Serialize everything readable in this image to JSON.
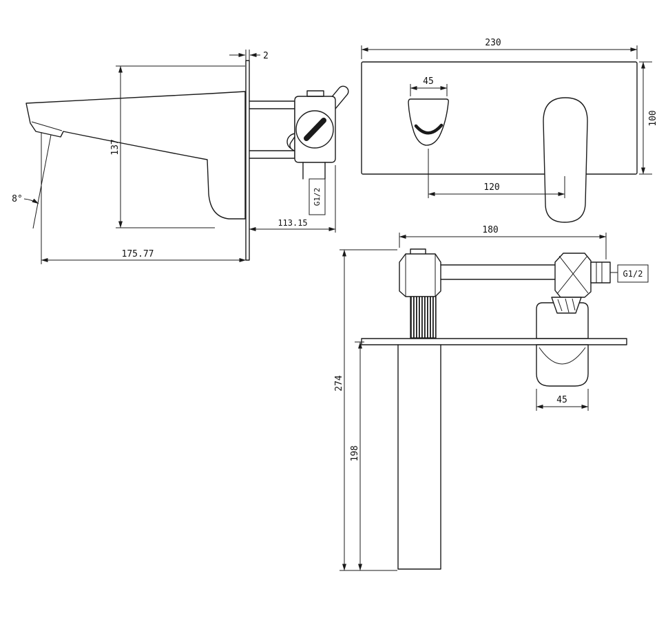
{
  "meta": {
    "background": "#ffffff",
    "line_color": "#1a1a1a",
    "drawing_type": "wall-mounted basin mixer dimensional drawing"
  },
  "views": {
    "side": {
      "name": "side-view",
      "dims": {
        "plate_thickness": "2",
        "spout_height": "137",
        "spout_angle": "8°",
        "wall_depth": "113.15",
        "spout_reach": "175.77",
        "inlet_thread": "G1/2"
      }
    },
    "front": {
      "name": "front-view",
      "dims": {
        "plate_width": "230",
        "plate_height": "100",
        "outlet_width": "45",
        "outlet_to_handle": "120"
      }
    },
    "install": {
      "name": "installation-view",
      "dims": {
        "body_width": "180",
        "outlet_thread": "G1/2",
        "overall_height": "274",
        "drop_height": "198",
        "handle_width": "45"
      }
    }
  }
}
